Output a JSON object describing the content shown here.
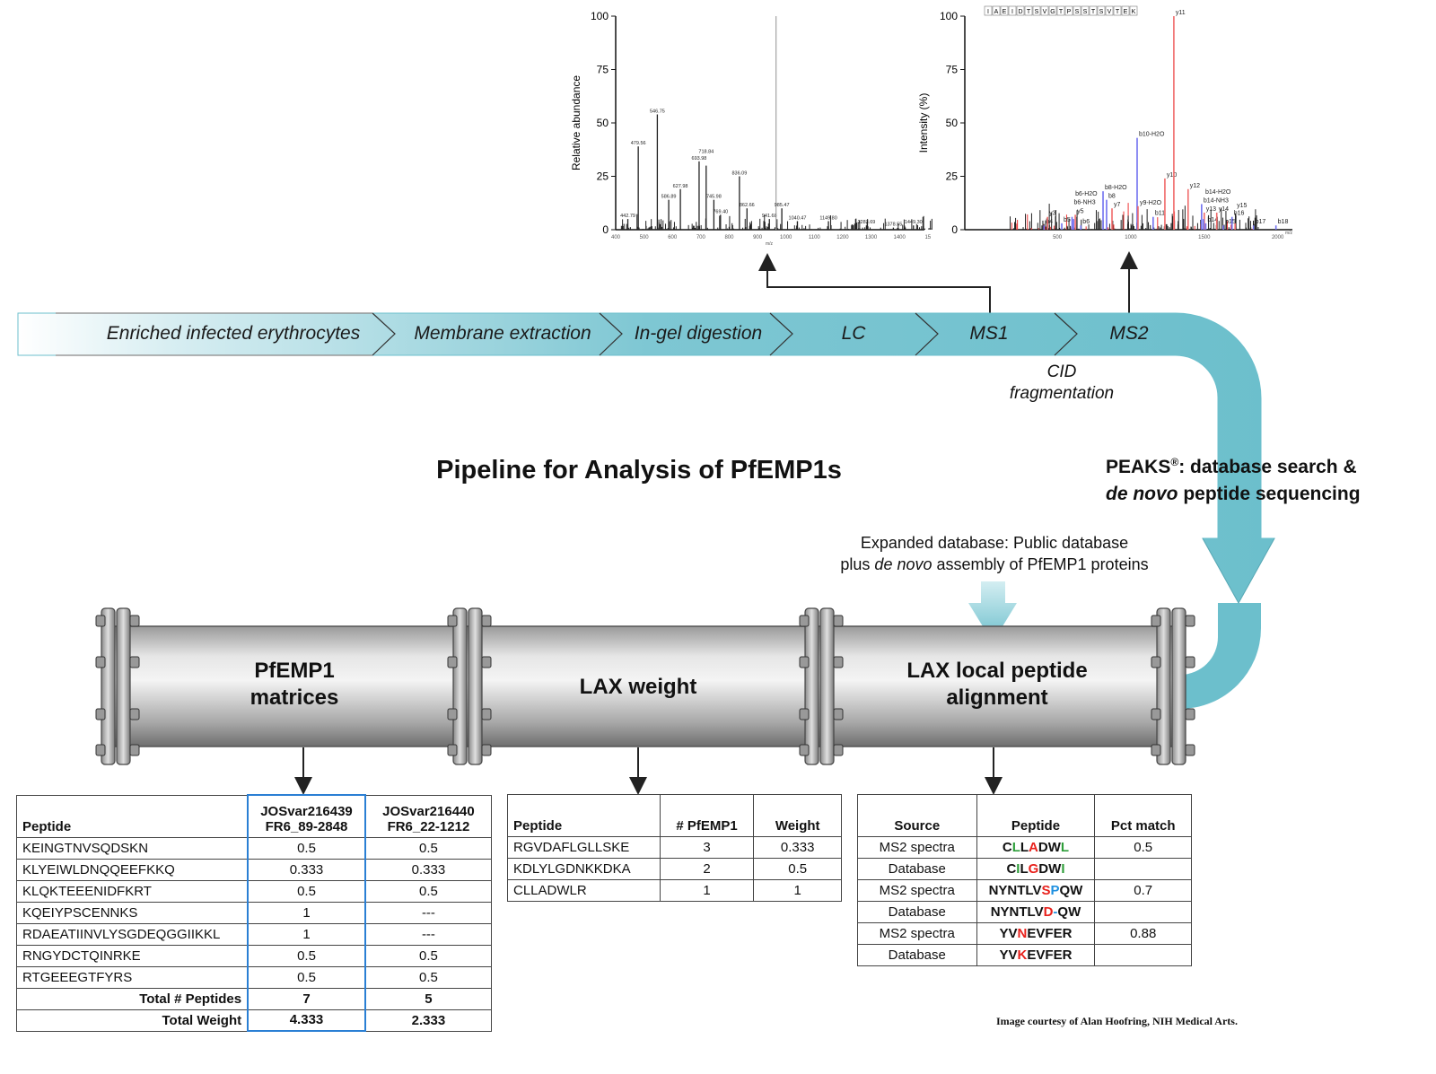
{
  "spectrum1": {
    "ylabel": "Relative abundance",
    "xlabel": "m/z",
    "yticks": [
      "0",
      "25",
      "50",
      "75",
      "100"
    ],
    "xticks": [
      "400",
      "500",
      "600",
      "700",
      "800",
      "900",
      "1000",
      "1100",
      "1200",
      "1300",
      "1400",
      "15"
    ],
    "peaks": [
      {
        "mz": 442.79,
        "i": 5,
        "label": "442.79"
      },
      {
        "mz": 479.56,
        "i": 39,
        "label": "479.56"
      },
      {
        "mz": 546.75,
        "i": 54,
        "label": "546.75"
      },
      {
        "mz": 586.89,
        "i": 14,
        "label": "586.89"
      },
      {
        "mz": 627.98,
        "i": 19,
        "label": "627.98"
      },
      {
        "mz": 693.98,
        "i": 32,
        "label": "693.98"
      },
      {
        "mz": 718.84,
        "i": 30,
        "label": "718.84"
      },
      {
        "mz": 745.98,
        "i": 14,
        "label": "745.98"
      },
      {
        "mz": 769.4,
        "i": 7,
        "label": "769.40"
      },
      {
        "mz": 836.09,
        "i": 25,
        "label": "836.09"
      },
      {
        "mz": 862.66,
        "i": 10,
        "label": "862.66"
      },
      {
        "mz": 941.68,
        "i": 5,
        "label": "941.68"
      },
      {
        "mz": 965.0,
        "i": 100,
        "label": ""
      },
      {
        "mz": 985.47,
        "i": 10,
        "label": "985.47"
      },
      {
        "mz": 1040.47,
        "i": 4,
        "label": "1040.47"
      },
      {
        "mz": 1149.8,
        "i": 4,
        "label": "1149.80"
      },
      {
        "mz": 1283.69,
        "i": 2,
        "label": "1283.69"
      },
      {
        "mz": 1378.55,
        "i": 1,
        "label": "1378.55"
      },
      {
        "mz": 1449.3,
        "i": 2,
        "label": "1449.30"
      }
    ]
  },
  "spectrum2": {
    "ylabel": "Intensity (%)",
    "xlabel": "m/z",
    "sequence": [
      "I",
      "A",
      "E",
      "I",
      "D",
      "T",
      "S",
      "V",
      "G",
      "T",
      "P",
      "S",
      "S",
      "T",
      "S",
      "V",
      "T",
      "E",
      "K"
    ],
    "yticks": [
      "0",
      "25",
      "50",
      "75",
      "100"
    ],
    "xticks": [
      "500",
      "1000",
      "1500",
      "2000"
    ],
    "peaks": [
      {
        "mz": 409,
        "i": 2,
        "label": "b4",
        "type": "b"
      },
      {
        "mz": 433,
        "i": 6,
        "label": "y3",
        "type": "y"
      },
      {
        "mz": 530,
        "i": 3,
        "label": "b5",
        "type": "b"
      },
      {
        "mz": 622,
        "i": 7,
        "label": "y5",
        "type": "y"
      },
      {
        "mz": 600,
        "i": 6,
        "label": "b6-NH3",
        "type": "b"
      },
      {
        "mz": 610,
        "i": 5,
        "label": "b6-H2O",
        "type": "b"
      },
      {
        "mz": 660,
        "i": 2,
        "label": "b6",
        "type": "b"
      },
      {
        "mz": 811,
        "i": 18,
        "label": "b8-H2O",
        "type": "b"
      },
      {
        "mz": 835,
        "i": 14,
        "label": "b8",
        "type": "b"
      },
      {
        "mz": 872,
        "i": 10,
        "label": "y7",
        "type": "y"
      },
      {
        "mz": 1043,
        "i": 43,
        "label": "b10-H2O",
        "type": "b"
      },
      {
        "mz": 1049,
        "i": 11,
        "label": "y9-H2O",
        "type": "y"
      },
      {
        "mz": 1152,
        "i": 6,
        "label": "b11",
        "type": "b"
      },
      {
        "mz": 1232,
        "i": 24,
        "label": "y10",
        "type": "y"
      },
      {
        "mz": 1293,
        "i": 100,
        "label": "y11",
        "type": "y"
      },
      {
        "mz": 1390,
        "i": 19,
        "label": "y12",
        "type": "y"
      },
      {
        "mz": 1482,
        "i": 12,
        "label": "b14-NH3",
        "type": "b"
      },
      {
        "mz": 1500,
        "i": 8,
        "label": "y13",
        "type": "y"
      },
      {
        "mz": 1495,
        "i": 5,
        "label": "b14-H2O",
        "type": "b"
      },
      {
        "mz": 1510,
        "i": 3,
        "label": "b14",
        "type": "b"
      },
      {
        "mz": 1585,
        "i": 8,
        "label": "y14",
        "type": "y"
      },
      {
        "mz": 1630,
        "i": 2,
        "label": "b15",
        "type": "b"
      },
      {
        "mz": 1689,
        "i": 6,
        "label": "b16",
        "type": "b"
      },
      {
        "mz": 1710,
        "i": 3,
        "label": "y15",
        "type": "y"
      },
      {
        "mz": 1835,
        "i": 2,
        "label": "b17",
        "type": "b"
      },
      {
        "mz": 1988,
        "i": 2,
        "label": "b18",
        "type": "b"
      }
    ]
  },
  "colors": {
    "pipeline": "#6cbfcc",
    "b_ion": "#7070f0",
    "y_ion": "#f06a6a",
    "highlight": "#2a7fd4",
    "match_green": "#2e9e3a",
    "mismatch_red": "#e8211c",
    "gap_blue": "#1e90e0"
  },
  "pipeline": {
    "stages": [
      "Enriched infected erythrocytes",
      "Membrane extraction",
      "In-gel digestion",
      "LC",
      "MS1",
      "MS2"
    ],
    "cid_line1": "CID",
    "cid_line2": "fragmentation",
    "peaks_line1": "PEAKS",
    "peaks_reg": "®",
    "peaks_line1b": ": database search &",
    "peaks_line2_em": "de novo",
    "peaks_line2": " peptide sequencing",
    "expanded_line1": "Expanded database: Public database",
    "expanded_line2a": "plus ",
    "expanded_line2_em": "de novo",
    "expanded_line2b": " assembly of PfEMP1 proteins"
  },
  "title": "Pipeline for Analysis of PfEMP1s",
  "pipe_sections": [
    {
      "line1": "PfEMP1",
      "line2": "matrices"
    },
    {
      "line1": "LAX weight",
      "line2": ""
    },
    {
      "line1": "LAX local peptide",
      "line2": "alignment"
    }
  ],
  "table1": {
    "headers": [
      "Peptide",
      "JOSvar216439",
      "FR6_89-2848",
      "JOSvar216440",
      "FR6_22-1212"
    ],
    "rows": [
      [
        "KEINGTNVSQDSKN",
        "0.5",
        "0.5"
      ],
      [
        "KLYEIWLDNQQEEFKKQ",
        "0.333",
        "0.333"
      ],
      [
        "KLQKTEEENIDFKRT",
        "0.5",
        "0.5"
      ],
      [
        "KQEIYPSCENNKS",
        "1",
        "---"
      ],
      [
        "RDAEATIINVLYSGDEQGGIIKKL",
        "1",
        "---"
      ],
      [
        "RNGYDCTQINRKE",
        "0.5",
        "0.5"
      ],
      [
        "RTGEEEGTFYRS",
        "0.5",
        "0.5"
      ]
    ],
    "totals": [
      [
        "Total # Peptides",
        "7",
        "5"
      ],
      [
        "Total Weight",
        "4.333",
        "2.333"
      ]
    ]
  },
  "table2": {
    "headers": [
      "Peptide",
      "# PfEMP1",
      "Weight"
    ],
    "rows": [
      [
        "RGVDAFLGLLSKE",
        "3",
        "0.333"
      ],
      [
        "KDLYLGDNKKDKA",
        "2",
        "0.5"
      ],
      [
        "CLLADWLR",
        "1",
        "1"
      ]
    ]
  },
  "table3": {
    "headers": [
      "Source",
      "Peptide",
      "Pct match"
    ],
    "rows": [
      {
        "source": "MS2 spectra",
        "pct": "0.5",
        "peptide": [
          [
            "C",
            "k"
          ],
          [
            "L",
            "g"
          ],
          [
            "L",
            "k"
          ],
          [
            "A",
            "r"
          ],
          [
            "D",
            "k"
          ],
          [
            "W",
            "k"
          ],
          [
            "L",
            "g"
          ]
        ]
      },
      {
        "source": "Database",
        "pct": "",
        "peptide": [
          [
            "C",
            "k"
          ],
          [
            "I",
            "g"
          ],
          [
            "L",
            "k"
          ],
          [
            "G",
            "r"
          ],
          [
            "D",
            "k"
          ],
          [
            "W",
            "k"
          ],
          [
            "I",
            "g"
          ]
        ]
      },
      {
        "source": "MS2 spectra",
        "pct": "0.7",
        "peptide": [
          [
            "NYNTLV",
            "k"
          ],
          [
            "S",
            "r"
          ],
          [
            "P",
            "b"
          ],
          [
            "QW",
            "k"
          ]
        ]
      },
      {
        "source": "Database",
        "pct": "",
        "peptide": [
          [
            "NYNTLV",
            "k"
          ],
          [
            "D",
            "r"
          ],
          [
            "-",
            "b"
          ],
          [
            "QW",
            "k"
          ]
        ]
      },
      {
        "source": "MS2 spectra",
        "pct": "0.88",
        "peptide": [
          [
            "YV",
            "k"
          ],
          [
            "N",
            "r"
          ],
          [
            "EVFER",
            "k"
          ]
        ]
      },
      {
        "source": "Database",
        "pct": "",
        "peptide": [
          [
            "YV",
            "k"
          ],
          [
            "K",
            "r"
          ],
          [
            "EVFER",
            "k"
          ]
        ]
      }
    ]
  },
  "credit": "Image courtesy of Alan Hoofring, NIH Medical Arts."
}
